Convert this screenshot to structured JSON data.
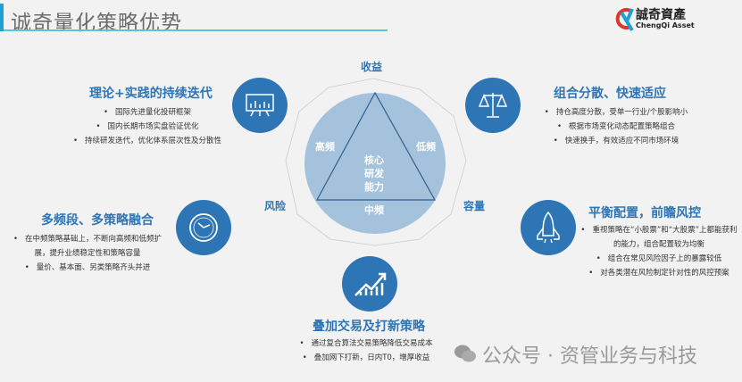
{
  "header": {
    "title": "诚奇量化策略优势",
    "logo_cn": "誠奇資產",
    "logo_en": "ChengQi Asset"
  },
  "center": {
    "top": "收益",
    "left": "风险",
    "right": "容量",
    "high": "高频",
    "low": "低频",
    "mid": "中频",
    "core": [
      "核心",
      "研发",
      "能力"
    ]
  },
  "sections": [
    {
      "title": "理论+实践的持续迭代",
      "icon": "presentation-chart-icon",
      "items": [
        "国际先进量化投研框架",
        "国内长期市场实盘验证优化",
        "持续研发迭代，优化体系层次性及分散性"
      ]
    },
    {
      "title": "组合分散、快速适应",
      "icon": "scale-icon",
      "items": [
        "持仓高度分散，受单一行业/个股影响小",
        "根据市场变化动态配置策略组合",
        "快速换手，有效适应不同市场环境"
      ]
    },
    {
      "title": "多频段、多策略融合",
      "icon": "clock-icon",
      "items": [
        "在中频策略基础上，不断向高频和低频扩展，提升业绩稳定性和策略容量",
        "量价、基本面、另类策略齐头并进"
      ]
    },
    {
      "title": "平衡配置，前瞻风控",
      "icon": "rocket-icon",
      "items": [
        "重视策略在“小股票”和“大股票”上都能获利的能力，组合配置较为均衡",
        "组合在常见风险因子上的暴露较低",
        "对各类潜在风险制定针对性的风控预案"
      ]
    },
    {
      "title": "叠加交易及打新策略",
      "icon": "growth-chart-icon",
      "items": [
        "通过复合算法交易策略降低交易成本",
        "叠加网下打新，日内T0，增厚收益"
      ]
    }
  ],
  "watermark": "公众号 · 资管业务与科技",
  "colors": {
    "accent": "#2e75b6",
    "circle": "#a5c2dc"
  }
}
